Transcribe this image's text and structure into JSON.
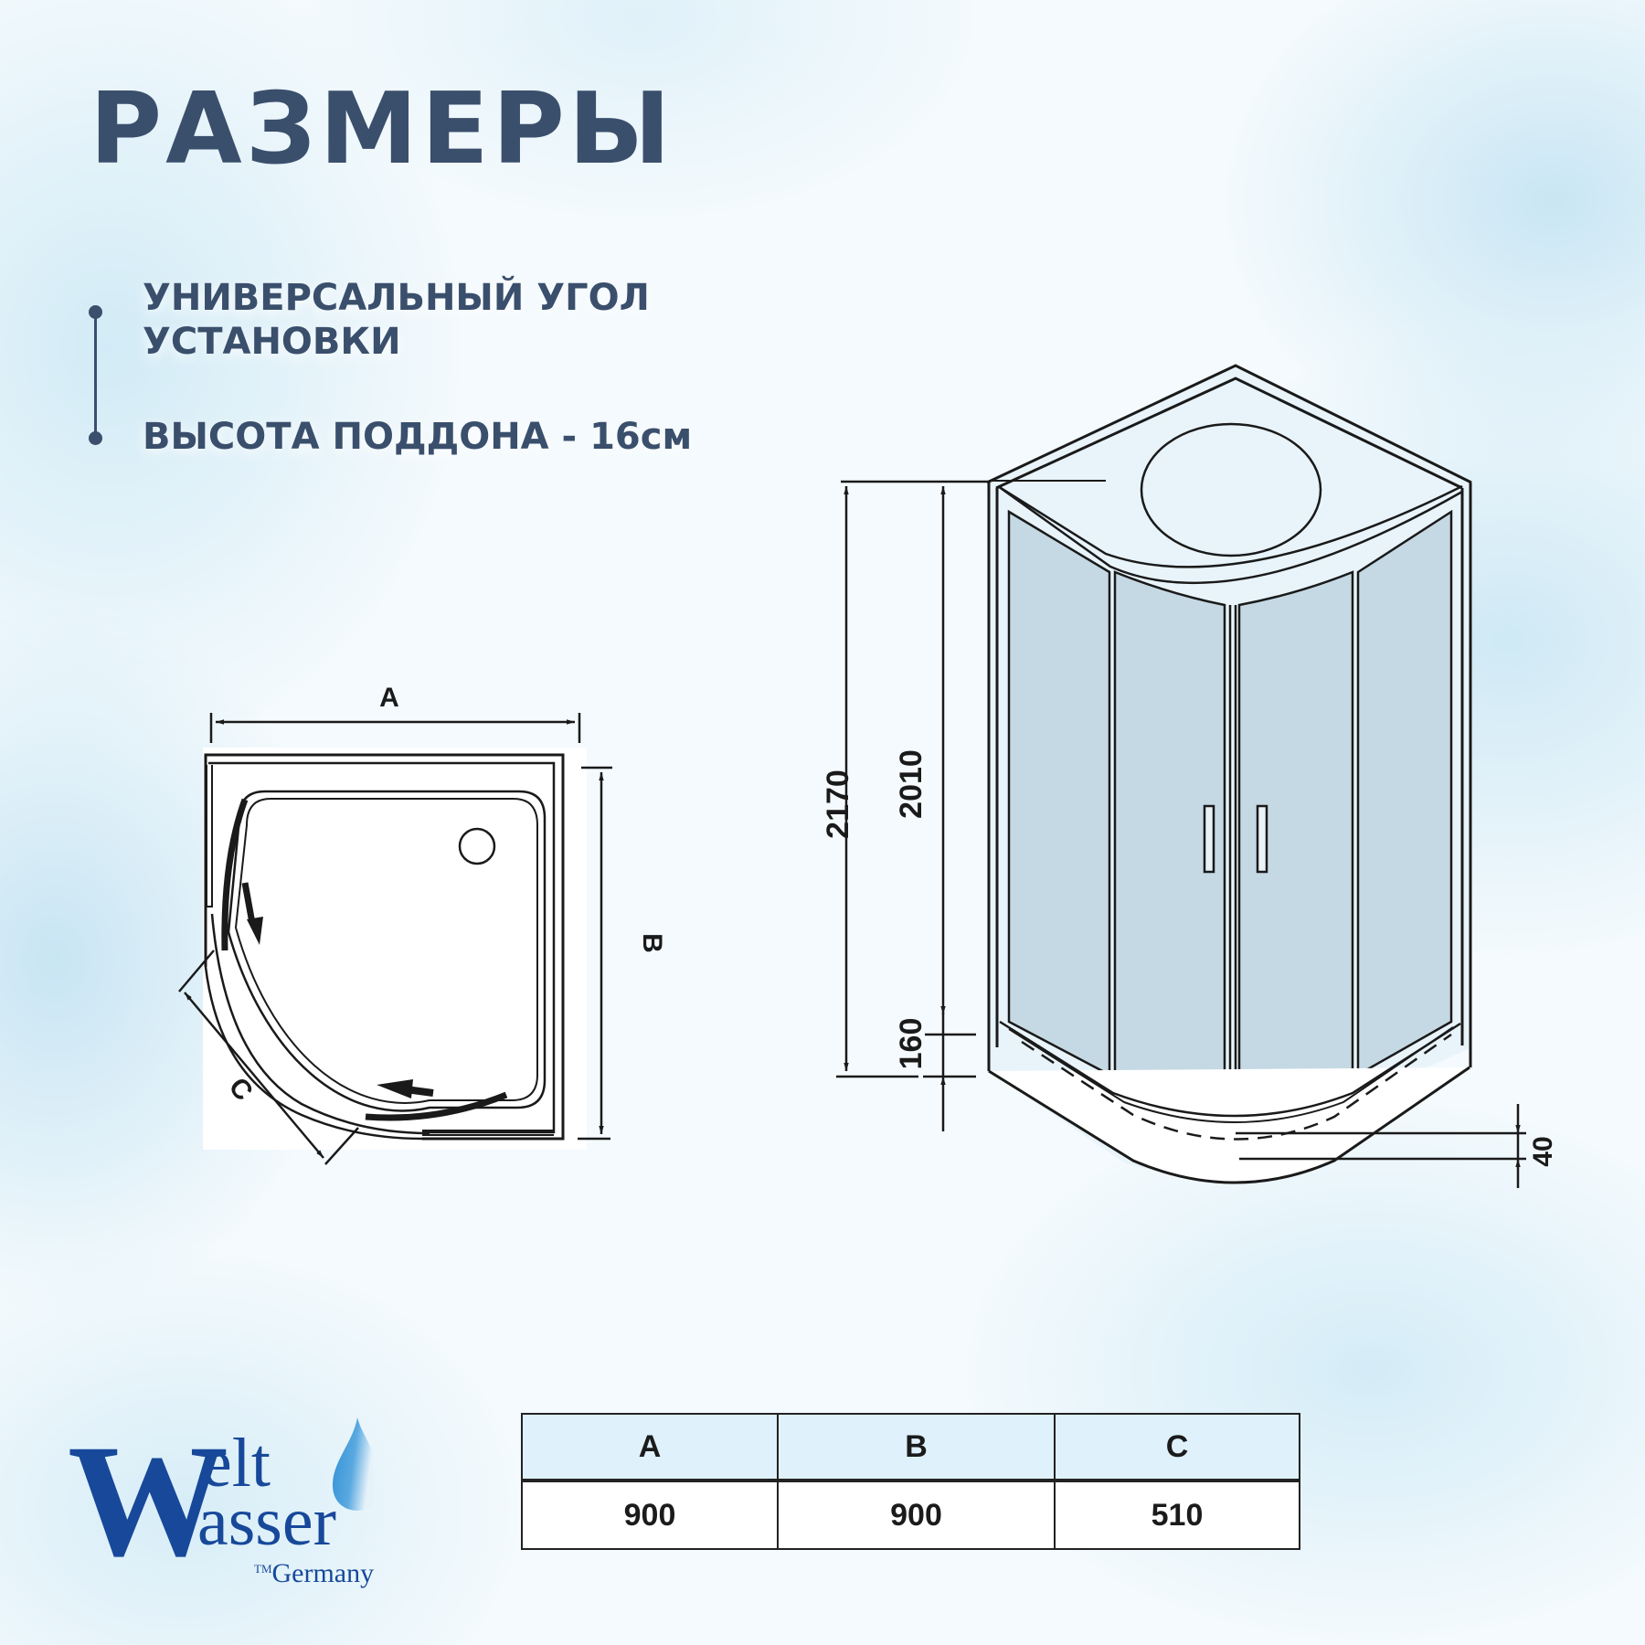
{
  "title": "РАЗМЕРЫ",
  "features": [
    {
      "line1": "УНИВЕРСАЛЬНЫЙ УГОЛ",
      "line2": "УСТАНОВКИ"
    },
    {
      "line1": "ВЫСОТА ПОДДОНА - 16см"
    }
  ],
  "plan_view": {
    "labels": {
      "a": "A",
      "b": "B",
      "c": "C"
    },
    "icons": [
      "door-slide-arrow-icon",
      "door-slide-arrow-icon",
      "drain-icon"
    ]
  },
  "elevation_view": {
    "dimensions": {
      "total_height": "2170",
      "door_height": "2010",
      "tray_height": "160",
      "tray_depth": "40"
    }
  },
  "dimension_table": {
    "headers": [
      "A",
      "B",
      "C"
    ],
    "values": [
      "900",
      "900",
      "510"
    ]
  },
  "logo": {
    "initial": "W",
    "line1": "elt",
    "line2": "asser",
    "tm": "TM",
    "country": "Germany",
    "drop_color": "#3d9ad8"
  },
  "colors": {
    "heading": "#3a4f6c",
    "brand": "#17489a",
    "glass": "#c5d9e4",
    "line": "#1a1a1a"
  }
}
